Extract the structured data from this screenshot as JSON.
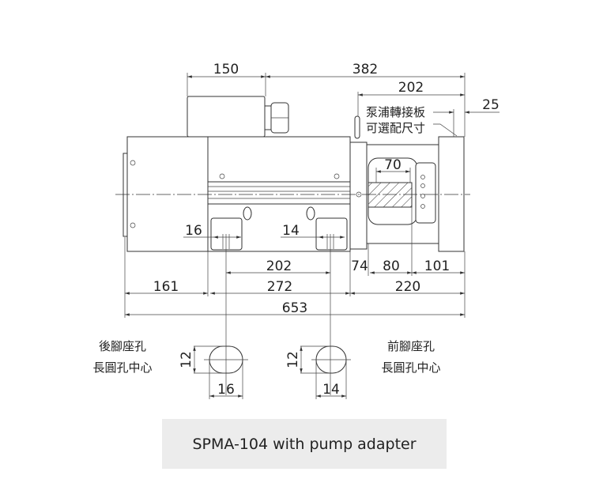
{
  "dimensions": {
    "top_box_width": "150",
    "top_overall_right": "382",
    "top_adapter": "202",
    "plate_thickness": "25",
    "shaft_length": "70",
    "rear_foot_slot": "16",
    "front_foot_slot": "14",
    "foot_spacing": "202",
    "d74": "74",
    "d80": "80",
    "d101": "101",
    "d161": "161",
    "d272": "272",
    "d220": "220",
    "overall_length": "653",
    "slot_height_rear": "12",
    "slot_height_front": "12",
    "slot_width_rear": "16",
    "slot_width_front": "14"
  },
  "labels": {
    "pump_adapter_line1": "泵浦轉接板",
    "pump_adapter_line2": "可選配尺寸",
    "rear_foot_line1": "後腳座孔",
    "rear_foot_line2": "長圓孔中心",
    "front_foot_line1": "前腳座孔",
    "front_foot_line2": "長圓孔中心"
  },
  "caption": "SPMA-104 with pump adapter"
}
